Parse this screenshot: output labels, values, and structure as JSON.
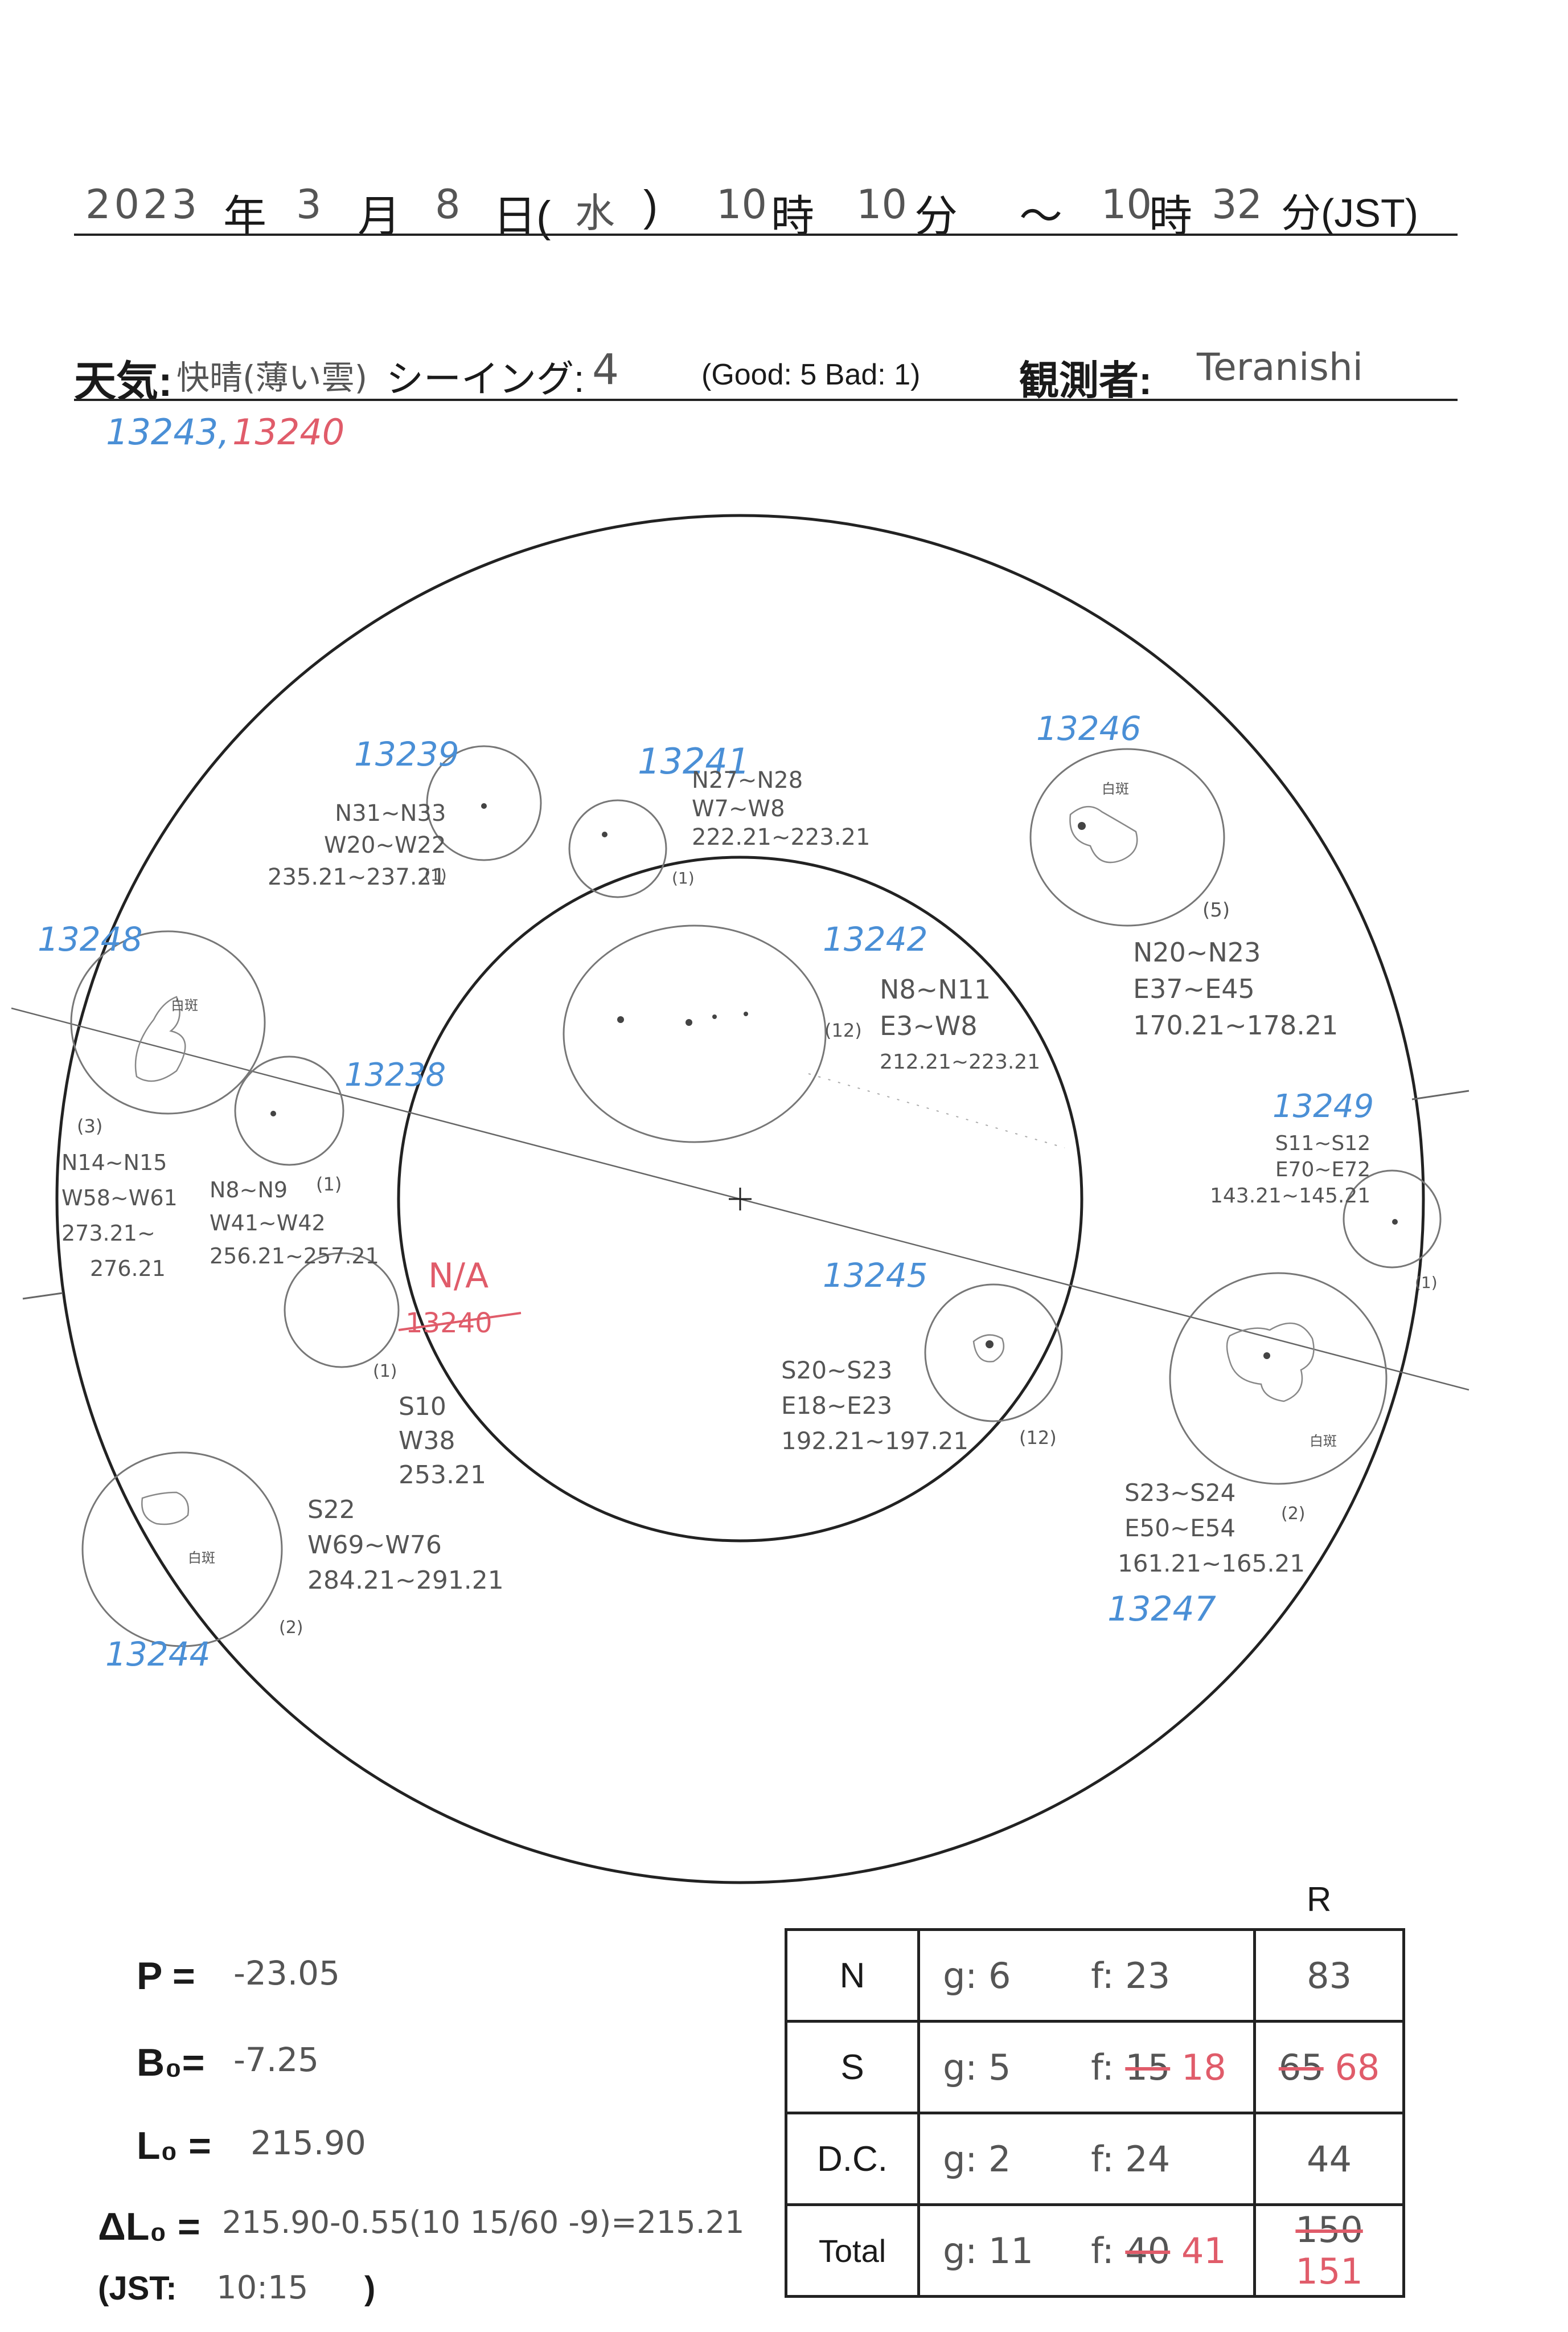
{
  "header": {
    "year": "2023",
    "year_unit": "年",
    "month": "3",
    "month_unit": "月",
    "day": "8",
    "day_unit": "日(",
    "weekday": "水",
    "paren_close": ")",
    "start_hour": "10",
    "hour_unit": "時",
    "start_min": "10",
    "min_unit": "分",
    "tilde": "〜",
    "end_hour": "10",
    "end_hour_unit": "時",
    "end_min": "32",
    "end_min_unit": "分(JST)"
  },
  "conditions": {
    "weather_label": "天気:",
    "weather_value": "快晴(薄い雲)",
    "seeing_label": "シーイング:",
    "seeing_value": "4",
    "scale_note": "(Good: 5  Bad: 1)",
    "observer_label": "観測者:",
    "observer_value": "Teranishi",
    "region_blue": "13243,",
    "region_red": "13240"
  },
  "regions": [
    {
      "id": "13239",
      "lines": [
        "N31~N33",
        "W20~W22",
        "235.21~237.21"
      ],
      "count": "(1)"
    },
    {
      "id": "13241",
      "lines": [
        "N27~N28",
        "W7~W8",
        "222.21~223.21"
      ],
      "count": "(1)"
    },
    {
      "id": "13246",
      "lines": [
        "N20~N23",
        "E37~E45",
        "170.21~178.21"
      ],
      "count": "(5)",
      "note": "白斑"
    },
    {
      "id": "13248",
      "lines": [
        "N14~N15",
        "W58~W61",
        "273.21~",
        "276.21"
      ],
      "count": "(3)",
      "note": "白斑"
    },
    {
      "id": "13238",
      "lines": [
        "N8~N9",
        "W41~W42",
        "256.21~257.21"
      ],
      "count": "(1)"
    },
    {
      "id": "13242",
      "lines": [
        "N8~N11",
        "E3~W8",
        "212.21~223.21"
      ],
      "count": "(12)"
    },
    {
      "id": "13249",
      "lines": [
        "S11~S12",
        "E70~E72",
        "143.21~145.21"
      ],
      "count": "(1)"
    },
    {
      "id": "N/A",
      "struck": "13240",
      "lines": [
        "S10",
        "W38",
        "253.21"
      ],
      "count": "(1)"
    },
    {
      "id": "13245",
      "lines": [
        "S20~S23",
        "E18~E23",
        "192.21~197.21"
      ],
      "count": "(12)"
    },
    {
      "id": "13247",
      "lines": [
        "S23~S24",
        "E50~E54",
        "161.21~165.21"
      ],
      "count": "(2)",
      "note": "白斑"
    },
    {
      "id": "13244",
      "lines": [
        "S22",
        "W69~W76",
        "284.21~291.21"
      ],
      "count": "(2)",
      "note": "白斑"
    }
  ],
  "params": {
    "p_label": "P =",
    "p_value": "-23.05",
    "b_label": "B₀=",
    "b_value": "-7.25",
    "l_label": "L₀ =",
    "l_value": "215.90",
    "dl_label": "ΔL₀ =",
    "dl_value": "215.90-0.55(10 15/60 -9)=215.21",
    "jst_label": "(JST:",
    "jst_value": "10:15",
    "jst_close": ")"
  },
  "table": {
    "r_header": "R",
    "rows": [
      {
        "label": "N",
        "g": "g: 6",
        "f": "f: 23",
        "r": "83"
      },
      {
        "label": "S",
        "g": "g: 5",
        "f": "f:",
        "f_old": "15",
        "f_new": "18",
        "r_old": "65",
        "r_new": "68"
      },
      {
        "label": "D.C.",
        "g": "g: 2",
        "f": "f: 24",
        "r": "44"
      },
      {
        "label": "Total",
        "g": "g: 11",
        "f": "f:",
        "f_old": "40",
        "f_new": "41",
        "r_old": "150",
        "r_new": "151"
      }
    ]
  },
  "colors": {
    "ink": "#222222",
    "pencil": "#555555",
    "blue": "#4a8fd6",
    "red": "#e05c6a"
  }
}
